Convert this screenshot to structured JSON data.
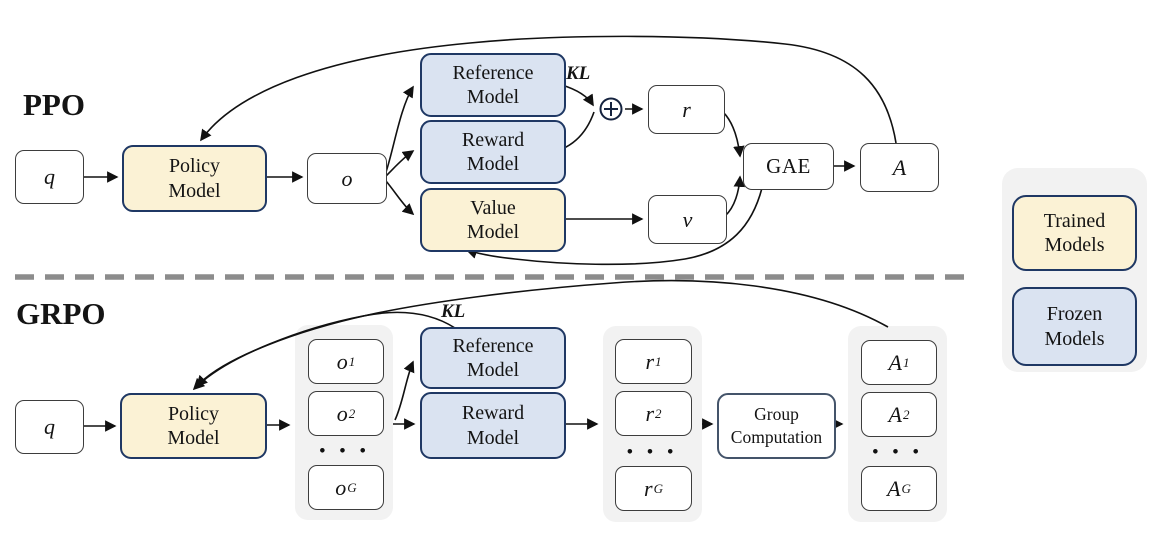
{
  "figure": {
    "ppo_label": "PPO",
    "grpo_label": "GRPO"
  },
  "ppo": {
    "q": "q",
    "o": "o",
    "r": "r",
    "v": "v",
    "a": "A",
    "gae": "GAE",
    "kl": "KL",
    "policy_model": {
      "line1": "Policy",
      "line2": "Model"
    },
    "reference_model": {
      "line1": "Reference",
      "line2": "Model"
    },
    "reward_model": {
      "line1": "Reward",
      "line2": "Model"
    },
    "value_model": {
      "line1": "Value",
      "line2": "Model"
    }
  },
  "grpo": {
    "q": "q",
    "kl": "KL",
    "policy_model": {
      "line1": "Policy",
      "line2": "Model"
    },
    "reference_model": {
      "line1": "Reference",
      "line2": "Model"
    },
    "reward_model": {
      "line1": "Reward",
      "line2": "Model"
    },
    "group_computation": {
      "line1": "Group",
      "line2": "Computation"
    },
    "outputs": [
      {
        "base": "o",
        "sub": "1"
      },
      {
        "base": "o",
        "sub": "2"
      },
      {
        "base": "o",
        "sub": "G"
      }
    ],
    "rewards": [
      {
        "base": "r",
        "sub": "1"
      },
      {
        "base": "r",
        "sub": "2"
      },
      {
        "base": "r",
        "sub": "G"
      }
    ],
    "advantages": [
      {
        "base": "A",
        "sub": "1"
      },
      {
        "base": "A",
        "sub": "2"
      },
      {
        "base": "A",
        "sub": "G"
      }
    ],
    "ellipsis": "• • •"
  },
  "legend": {
    "trained": {
      "line1": "Trained",
      "line2": "Models"
    },
    "frozen": {
      "line1": "Frozen",
      "line2": "Models"
    }
  },
  "colors": {
    "trained_fill": "#FBF2D5",
    "frozen_fill": "#DAE3F1",
    "model_border": "#1F3864",
    "node_border": "#3D3D3D",
    "computation_border": "#44546A",
    "group_bg": "#F2F2F2",
    "dashed_line": "#8C8C8C",
    "arrow": "#111111"
  }
}
